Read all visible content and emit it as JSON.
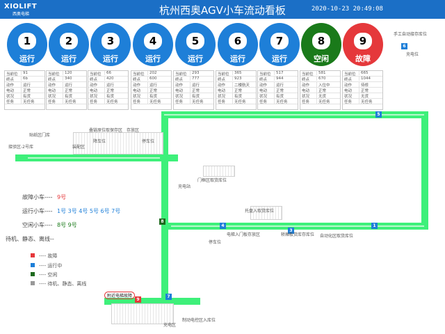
{
  "header": {
    "logo_main": "XIOLIFT",
    "logo_sub": "西奥电梯",
    "title": "杭州西奥AGV小车流动看板",
    "datetime": "2020-10-23  20:49:08"
  },
  "colors": {
    "running": "#1e7fd8",
    "idle": "#1a7a1a",
    "fault": "#e5383b",
    "track": "#3ef07a",
    "header": "#1b6fc6"
  },
  "cars": [
    {
      "num": "1",
      "state": "运行",
      "status": "running"
    },
    {
      "num": "2",
      "state": "运行",
      "status": "running"
    },
    {
      "num": "3",
      "state": "运行",
      "status": "running"
    },
    {
      "num": "4",
      "state": "运行",
      "status": "running"
    },
    {
      "num": "5",
      "state": "运行",
      "status": "running"
    },
    {
      "num": "6",
      "state": "运行",
      "status": "running"
    },
    {
      "num": "7",
      "state": "运行",
      "status": "running"
    },
    {
      "num": "8",
      "state": "空闲",
      "status": "idle"
    },
    {
      "num": "9",
      "state": "故障",
      "status": "fault"
    }
  ],
  "car_info_keys": [
    "当前位",
    "终点",
    "动作",
    "电动",
    "状况",
    "任务"
  ],
  "car_info": [
    [
      "91",
      "6b",
      "运行",
      "正常",
      "有货",
      "无任务"
    ],
    [
      "120",
      "340",
      "运行",
      "正常",
      "有货",
      "无任务"
    ],
    [
      "66",
      "420",
      "运行",
      "正常",
      "有货",
      "无任务"
    ],
    [
      "202",
      "600",
      "运行",
      "正常",
      "有货",
      "无任务"
    ],
    [
      "293",
      "777",
      "运行",
      "正常",
      "有货",
      "无任务"
    ],
    [
      "365",
      "923",
      "二楼航天",
      "正常",
      "有货",
      "无任务"
    ],
    [
      "517",
      "944",
      "运行",
      "正常",
      "有货",
      "无任务"
    ],
    [
      "581",
      "670",
      "入位中",
      "正常",
      "无货",
      "无任务"
    ],
    [
      "665",
      "1044",
      "待修",
      "正常",
      "无货",
      "无任务"
    ]
  ],
  "stations": {
    "top_right": "手工自动接存库位",
    "top_right_sub": "充电位",
    "l1": "贴纸区门库",
    "l2": "接驳区-2号库",
    "l3": "装配区",
    "l4": "叠链原位取保存区",
    "l5": "存放区",
    "l6": "降车位",
    "l7": "停车位",
    "l8": "充电站",
    "l9": "门框区取货库位",
    "l10": "托盘入取货库位",
    "l11": "停车位",
    "l12": "电梯入门板存放区",
    "l13": "轿厢板货库存库位",
    "l14": "自动化区取货库位",
    "l15": "附近电梯故障",
    "l16": "充电区",
    "l17": "制动电控区入库位"
  },
  "markers": [
    "5",
    "8",
    "4",
    "3",
    "1",
    "6",
    "7",
    "9"
  ],
  "summary": {
    "fault_label": "故障小车----",
    "fault_value": "9号",
    "running_label": "运行小车----",
    "running_value": "1号 3号 4号 5号 6号 7号",
    "idle_label": "空闲小车----",
    "idle_value": "8号 9号",
    "other_label": "待机、静态、离线--"
  },
  "legend": [
    {
      "label": "---- 故障",
      "color": "#e5383b"
    },
    {
      "label": "---- 运行中",
      "color": "#1e7fd8"
    },
    {
      "label": "---- 空闲",
      "color": "#1e6a1e"
    },
    {
      "label": "---- 待机、静态、离线",
      "color": "#999999"
    }
  ]
}
